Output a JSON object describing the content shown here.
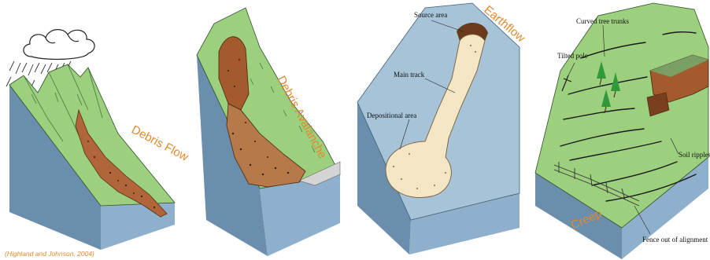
{
  "panels": [
    {
      "title": "Debris Flow",
      "credit": "(Highland and Johnson, 2004)"
    },
    {
      "title": "Debris Avalanche"
    },
    {
      "title": "Earthflow",
      "labels": {
        "source": "Source area",
        "track": "Main track",
        "deposit": "Depositional area"
      }
    },
    {
      "title": "Creep",
      "labels": {
        "trees": "Curved tree trunks",
        "pole": "Tilted pole",
        "ripples": "Soil ripples",
        "fence": "Fence out of alignment"
      }
    }
  ],
  "colors": {
    "grass": "#9ccf7e",
    "grass_dark": "#6fa957",
    "bedrock_side": "#6a8eac",
    "bedrock_front": "#8fb0cc",
    "debris": "#b0663a",
    "earthflow": "#f3e6c4",
    "title": "#e0892f"
  }
}
